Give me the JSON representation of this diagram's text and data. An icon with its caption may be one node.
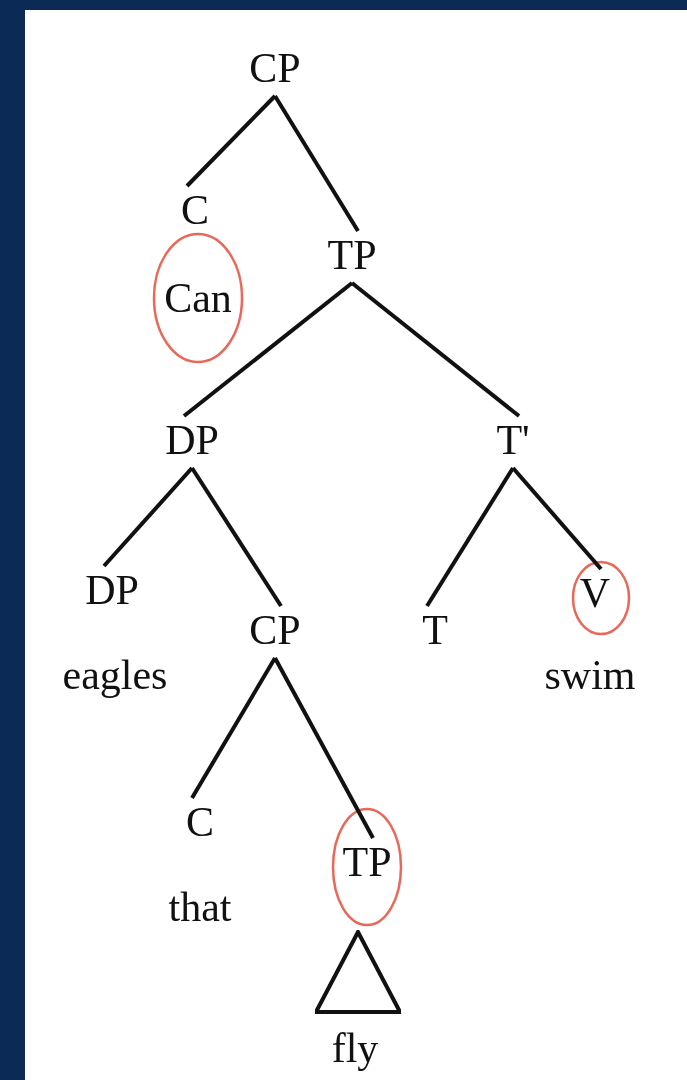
{
  "diagram": {
    "nodes": [
      {
        "text": [
          "CP"
        ]
      },
      {
        "text": [
          "C"
        ],
        "beside": [
          "Can"
        ]
      },
      {
        "text": [
          "TP"
        ]
      },
      {
        "text": [
          "DP"
        ]
      },
      {
        "text": [
          "T'"
        ]
      },
      {
        "text": [
          "DP"
        ],
        "beside": [
          "eagles"
        ]
      },
      {
        "text": [
          "CP"
        ]
      },
      {
        "text": [
          "T"
        ]
      },
      {
        "text": [
          "V"
        ],
        "beside": [
          "swim"
        ]
      },
      {
        "text": [
          "C"
        ],
        "beside": [
          "that"
        ]
      },
      {
        "text": [
          "TP"
        ]
      },
      {
        "text": [],
        "shape": "triangle",
        "beside": [
          "fly"
        ]
      }
    ],
    "edges": [
      {
        "from": 0,
        "to": 1,
        "arrow": "none"
      },
      {
        "from": 0,
        "to": 2,
        "arrow": "none"
      },
      {
        "from": 2,
        "to": 3,
        "arrow": "none"
      },
      {
        "from": 2,
        "to": 4,
        "arrow": "none"
      },
      {
        "from": 3,
        "to": 5,
        "arrow": "none"
      },
      {
        "from": 3,
        "to": 6,
        "arrow": "none"
      },
      {
        "from": 4,
        "to": 7,
        "arrow": "none"
      },
      {
        "from": 4,
        "to": 8,
        "arrow": "none"
      },
      {
        "from": 6,
        "to": 9,
        "arrow": "none"
      },
      {
        "from": 6,
        "to": 10,
        "arrow": "none"
      }
    ]
  }
}
